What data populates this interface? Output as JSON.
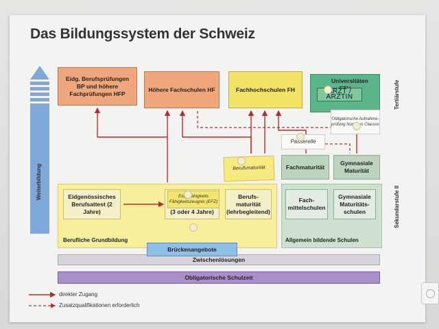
{
  "title": "Das Bildungssystem der Schweiz",
  "levels": {
    "tertiary": "Tertiärstufe",
    "secondary": "Sekundarstufe II",
    "further_education": "Weiterbildung"
  },
  "tertiary": {
    "bp": "Eidg. Berufsprüfungen BP und höhere Fachprüfungen HFP",
    "hf": "Höhere Fachschulen HF",
    "fh": "Fachhochschulen FH",
    "uni": "Universitäten ETH"
  },
  "secondary": {
    "attest": "Eidgenössisches Berufsattest (2 Jahre)",
    "efz_hidden": "(3 oder 4 Jahre)",
    "bm": "Berufs-maturität (lehrbegleitend)",
    "vocational_area": "Berufliche Grundbildung",
    "fms": "Fach-mittelschulen",
    "gym_schools": "Gymnasiale Maturitäts-schulen",
    "general_area": "Allgemein bildende Schulen",
    "fach_mat": "Fachmaturität",
    "gym_mat": "Gymnasiale Maturität"
  },
  "bands": {
    "bridge": "Brückenangebote",
    "interim": "Zwischenlösungen",
    "compulsory": "Obligatorische Schulzeit"
  },
  "legend": {
    "direct": "direkter Zugang",
    "additional": "Zusatzqualifikationen erforderlich"
  },
  "notes": {
    "arzt": "ARZT / ÄRZTIN",
    "exam": "Obligatorische Aufnahme-prüfung Numerus Clausus",
    "passerelle": "Passerelle",
    "bm_note": "Berufsmaturität",
    "efz_note": "Eidg. fähigkeits Fähigkeitszeugnis (EFZ)"
  },
  "colors": {
    "orange": "#f1a77c",
    "yellow": "#f3e469",
    "green": "#5bb48a",
    "arrow": "#b03030",
    "purple": "#a98fca",
    "blue": "#80b8e0"
  }
}
